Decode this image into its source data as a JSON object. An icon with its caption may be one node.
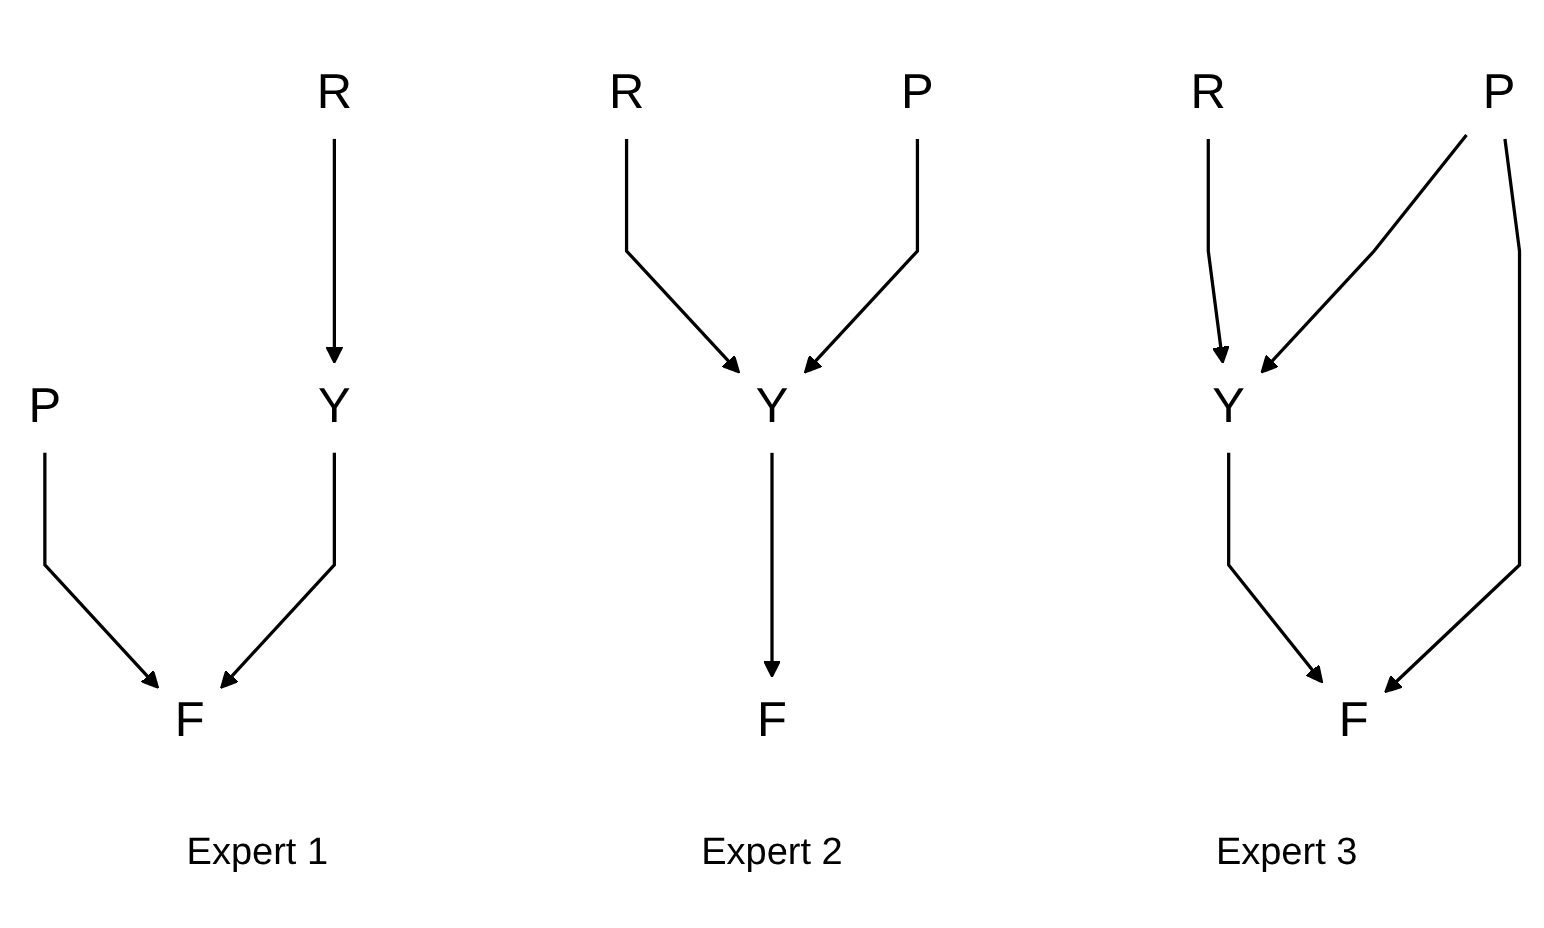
{
  "diagram": {
    "nodes": [
      {
        "text": [
          "R"
        ]
      },
      {
        "text": [
          "P"
        ]
      },
      {
        "text": [
          "Y"
        ]
      },
      {
        "text": [
          "F"
        ]
      },
      {
        "text": [
          "R"
        ]
      },
      {
        "text": [
          "P"
        ]
      },
      {
        "text": [
          "Y"
        ]
      },
      {
        "text": [
          "F"
        ]
      },
      {
        "text": [
          "R"
        ]
      },
      {
        "text": [
          "P"
        ]
      },
      {
        "text": [
          "Y"
        ]
      },
      {
        "text": [
          "F"
        ]
      }
    ],
    "edges": [
      {
        "from": 0,
        "to": 2,
        "arrow": "to"
      },
      {
        "from": 1,
        "to": 3,
        "arrow": "to"
      },
      {
        "from": 2,
        "to": 3,
        "arrow": "to"
      },
      {
        "from": 4,
        "to": 6,
        "arrow": "to"
      },
      {
        "from": 5,
        "to": 6,
        "arrow": "to"
      },
      {
        "from": 6,
        "to": 7,
        "arrow": "to"
      },
      {
        "from": 8,
        "to": 10,
        "arrow": "to"
      },
      {
        "from": 9,
        "to": 10,
        "arrow": "to"
      },
      {
        "from": 9,
        "to": 11,
        "arrow": "to"
      },
      {
        "from": 10,
        "to": 11,
        "arrow": "to"
      }
    ],
    "labels": [
      "Expert 1",
      "Expert 2",
      "Expert 3"
    ]
  }
}
